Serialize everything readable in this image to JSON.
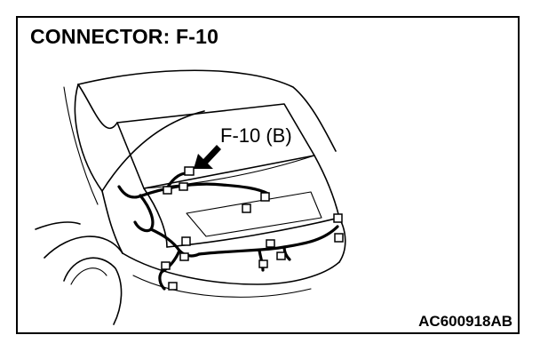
{
  "figure": {
    "title": "CONNECTOR: F-10",
    "callout_label": "F-10 (B)",
    "figure_code": "AC600918AB"
  },
  "icons": [
    "vehicle-rear-illustration",
    "pointer-arrow-icon",
    "wiring-harness",
    "connector-icon"
  ]
}
